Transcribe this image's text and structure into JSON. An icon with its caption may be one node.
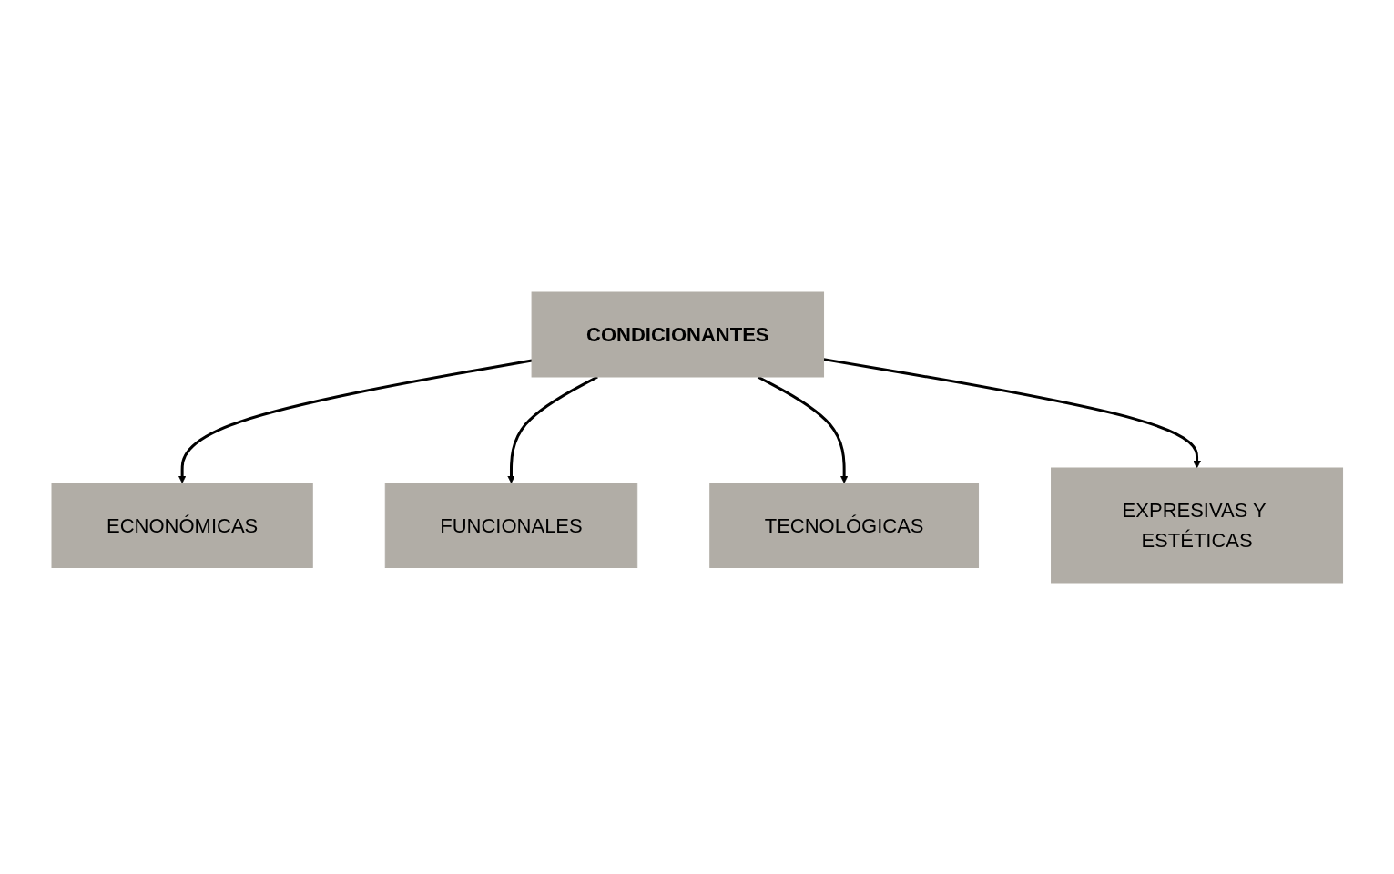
{
  "diagram": {
    "nodes": [
      {
        "text": [
          "ECNONÓMICAS"
        ]
      },
      {
        "text": [
          "FUNCIONALES"
        ]
      },
      {
        "text": [
          "CONDICIONANTES"
        ]
      },
      {
        "text": [
          "TECNOLÓGICAS"
        ]
      },
      {
        "text": [
          "EXPRESIVAS Y ESTÉTICAS"
        ]
      }
    ],
    "edges": [
      {
        "from": 2,
        "to": 0,
        "arrow": "to"
      },
      {
        "from": 2,
        "to": 1,
        "arrow": "to"
      },
      {
        "from": 2,
        "to": 3,
        "arrow": "to"
      },
      {
        "from": 2,
        "to": 4,
        "arrow": "to"
      }
    ]
  }
}
